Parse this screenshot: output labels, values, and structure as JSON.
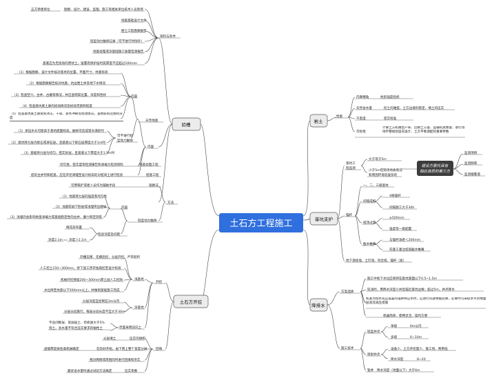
{
  "center": "土石方工程施工",
  "branches": {
    "yancao": {
      "label": "验槽",
      "groups": {
        "ziliao": {
          "label": "资料与条件",
          "items": [
            "五方参建单位",
            "勘察、设计、建设、监理、施工等相关单位技术人员到场",
            "地基基础设计文件",
            "岩土工程勘察报告",
            "轻型动力触探记录（可不进行时除外）",
            "地基处理或深基础施工质量检测报告",
            "基底应为无扰动的原状土，留置有保护层时其厚度不应超过100mm"
          ]
        },
        "neirong": {
          "label": "内容",
          "tianran": {
            "label": "天然地基",
            "nr": {
              "label": "内容",
              "items": [
                "（1）根据勘察、设计文件核对基坑的位置、平面尺寸、坑底标高",
                "（2）根据勘察报告核对坑底、坑边岩土体及地下水情况",
                "（3）检查空穴、古井、古墓等情况，并应查明其位置、深度和性状",
                "（4）检查基坑底土质的扰动情况及扰动范围和程度",
                "（5）检查基坑底土质受到冰冻、干裂、受水冲刷等扰动情况，查明影响范围和深度"
              ]
            },
            "chutan": {
              "items": [
                "（1）承压水头可能高于基坑底面标高，触探可造成冒水涌砂时",
                "（2）基坑持力层为砾石或卵石层，且基底以下砾石层厚度大于1m时",
                "（3）基础持力层为均匀、密实砂层，且基底以下厚度大于1.5m时"
              ],
              "label1": "可不进行轻",
              "label2": "型动力触探"
            }
          },
          "dijichuli": {
            "text": "均匀性、密实度等检测报告和承载力检测资料",
            "label": "地基处理工程"
          },
          "zhuangji": {
            "text": "桩的主并列和桩基，应在开挖清理至设计标高的对桩间土进行检验",
            "label": "桩基工程"
          }
        },
        "fangfa": {
          "label": "方法",
          "guancha": {
            "text": "可用铁铲或者人员作为辅助手段",
            "label": "观察法"
          },
          "chutan": {
            "label": "轻型动力触探",
            "nr": {
              "label": "内容",
              "items": [
                "（1）地基持力层的强度和均匀性",
                "（2）浅部软弱下卧层或浅埋突出硬层",
                "（3）浅埋的会影响地基承载力或基础稳定性的古井、墓穴和空洞等"
              ]
            },
            "jiance": {
              "label": "检验深度及间距",
              "items": [
                "梅花形布置",
                "深度＞2.1m",
                "深度2.1m"
              ]
            }
          }
        }
      }
    },
    "kaiwa": {
      "label": "土石方开挖",
      "kaiwa": {
        "label": "开挖",
        "qianji": {
          "label": "浅基坑",
          "items": [
            "开槽支撑、先撑后挖、分层开挖、严禁超挖",
            "人工挖土150~300mm，待下道工序开始再挖至设计标高",
            "机械开挖预留200~300mm厚土层人工挖除",
            "水位降至坑底以下500mm以上，并做到基础施工完成"
          ]
        },
        "shenji": {
          "label": "深基坑",
          "items": [
            "分层深度宜控制在3m以内",
            "分层分段施行，每层分段长度不宜大于30m"
          ]
        },
        "dadian": {
          "label": "尽量采用双向土",
          "items": [
            "不良间断层、软弱层土、有机质大于5%",
            "饱土、含水量不符合压实要求的黏性土"
          ]
        }
      },
      "huitian": {
        "label": "回填",
        "items": [
          {
            "a": "分层填土",
            "b": "压实的填积"
          },
          {
            "a": "虚铺厚度按各类机械确定",
            "b": "在较好开始，由下而上整个宽度分层"
          },
          {
            "a": "相对两侧或周围同时进行回填和夯实",
            "b": ""
          },
          {
            "a": "最优含水量时通过试验方法确定",
            "b": "压实系数"
          }
        ]
      }
    },
    "yantu": {
      "label": "岩土",
      "group": "性能",
      "items": [
        {
          "a": "内摩擦角",
          "b": "抗剪强度指标"
        },
        {
          "a": "天然含水量",
          "b": "挖土的难度、土方边坡的稳定、填土的压实"
        },
        {
          "a": "干密度",
          "b": "密实标准"
        },
        {
          "a": "可松性",
          "b": "计算土方机械生产率、回填土方量、运输机具数量、进行场地平整规划竖向设计、土方平衡调配的重要参数"
        }
      ]
    },
    "zhihu": {
      "label": "基坑支护",
      "fangan": {
        "label1": "基坑工",
        "label2": "程监测",
        "items": [
          "大于等于5m",
          "小于5m但现场地质情况",
          "和周围环境较复杂的"
        ],
        "callout1": "建设方委托具有",
        "callout2": "相应资质的第三方",
        "right": [
          "监测项目",
          "监测频率",
          "监测报警值"
        ]
      },
      "maogan": {
        "label": "锚杆",
        "items": [
          "一、二、三级基坑",
          "4根锚杆",
          "间隔施工大于30h",
          "≥500mm",
          "强度等一级配置",
          "与锚杆净距＜200mm",
          "先施工灌注桩再截水帷幕"
        ],
        "sub": [
          "间隔成桩",
          "桩顶过度",
          "截水帷幕"
        ],
        "bottom": "地下连续墙、土钉墙、咬合桩、锚杆（索）"
      }
    },
    "jiangshui": {
      "label": "降排水",
      "xuanze": {
        "label": "方案选择",
        "items": [
          "施工中地下水位应保持在基坑底面以下0.5~1.5m",
          "较浅时，用降水深度小并且临近基坑边缘；超过5m，井点降水",
          "机底为饱水或应设置的强用导应水时，应进行问题依据验算，必要时可采取水平封堵面层减流减压措施",
          "机器简单、使用灵活、操作方便"
        ]
      },
      "jishu": {
        "label": "施工技术",
        "qingxing": {
          "label": "轻型井点",
          "items": [
            {
              "a": "单级",
              "b": "6m以内"
            },
            {
              "a": "多级",
              "b": "6~10m"
            }
          ]
        },
        "penshe": {
          "label": "喷射井点",
          "items": [
            {
              "a": "设备少、土方开挖量少、施工快、费用低"
            },
            {
              "a": "降水深度",
              "b": "8~20"
            }
          ]
        },
        "guanjing": {
          "label": "管井",
          "b": "降水深度（地面以下）大于6m"
        }
      }
    }
  }
}
